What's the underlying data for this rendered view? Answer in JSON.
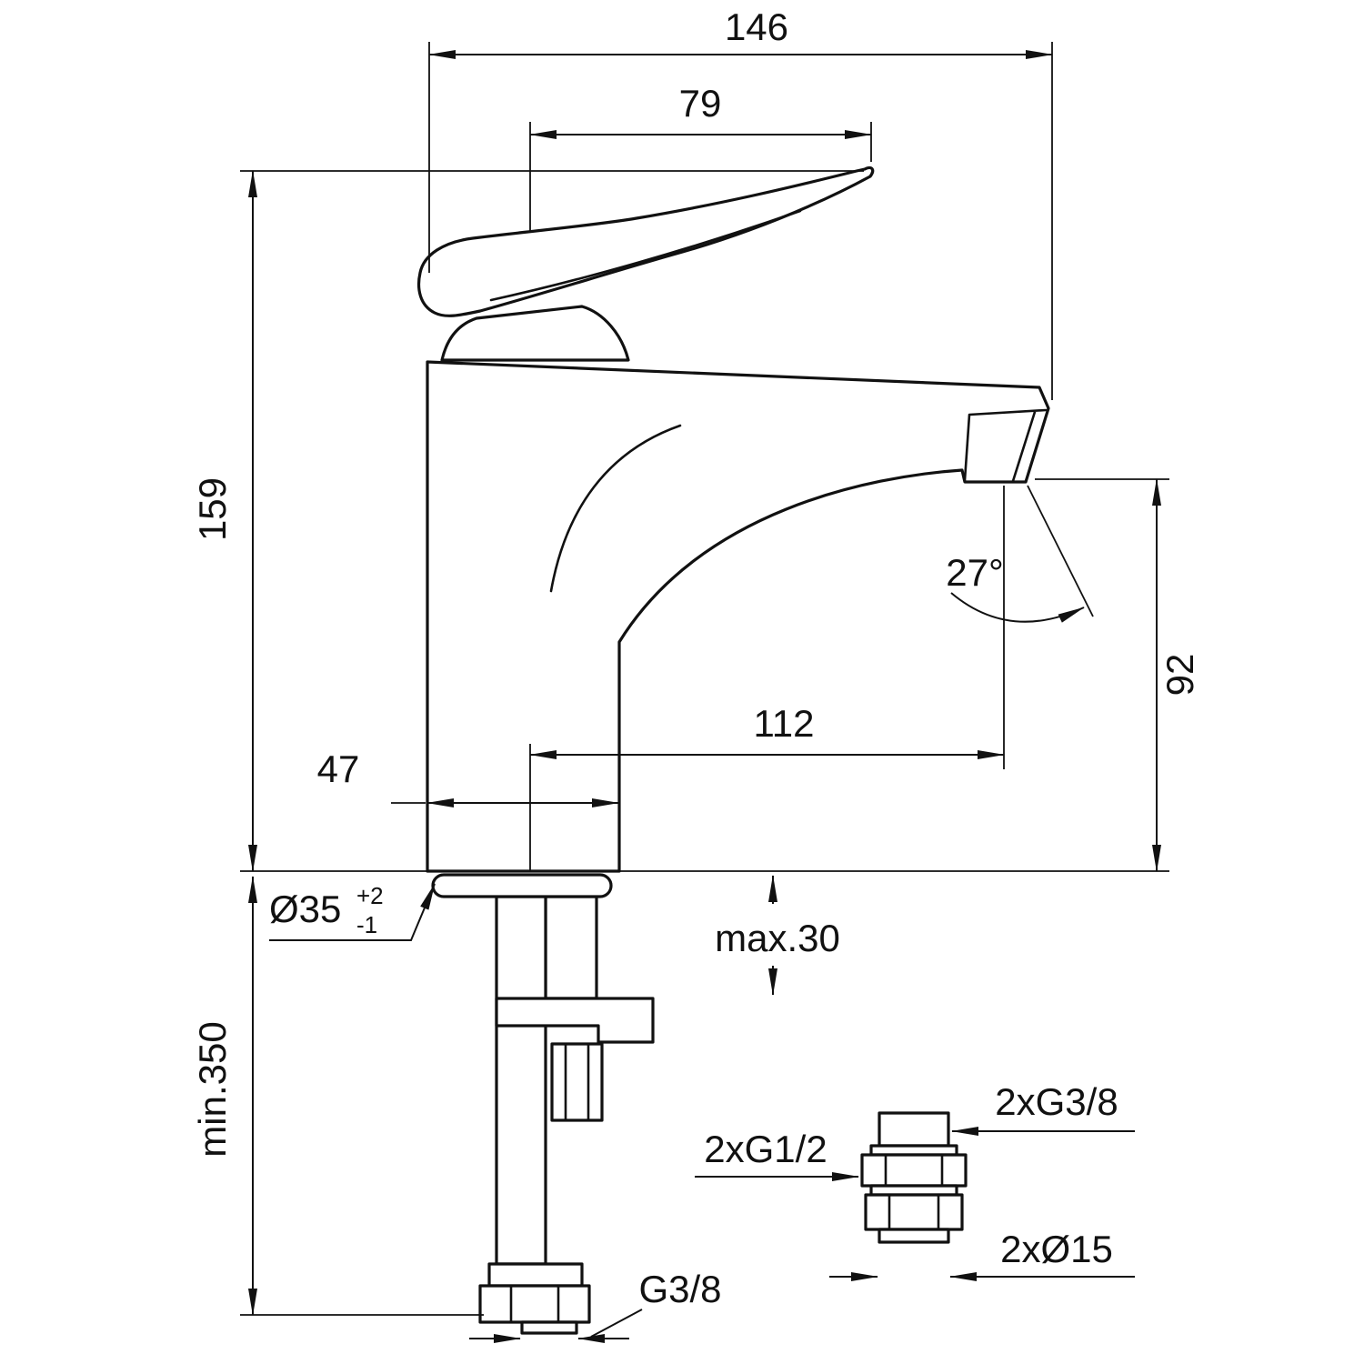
{
  "drawing": {
    "type": "technical-dimension-drawing",
    "subject": "single-lever basin mixer faucet with supply hose and adapter fitting",
    "unit": "mm",
    "colors": {
      "line": "#111111",
      "background": "#ffffff"
    },
    "dims": {
      "overall_length": "146",
      "lever_length": "79",
      "total_height": "159",
      "spout_angle": "27°",
      "outlet_height": "92",
      "spout_reach": "112",
      "base_depth": "47",
      "hole_diameter": "Ø35",
      "hole_tolerance_plus": "+2",
      "hole_tolerance_minus": "-1",
      "max_deck_thickness": "max.30",
      "min_hose_clearance": "min.350",
      "hose_thread": "G3/8",
      "adapter_top_thread": "2xG3/8",
      "adapter_bottom_thread": "2xG1/2",
      "adapter_pipe_diameter": "2xØ15"
    }
  }
}
